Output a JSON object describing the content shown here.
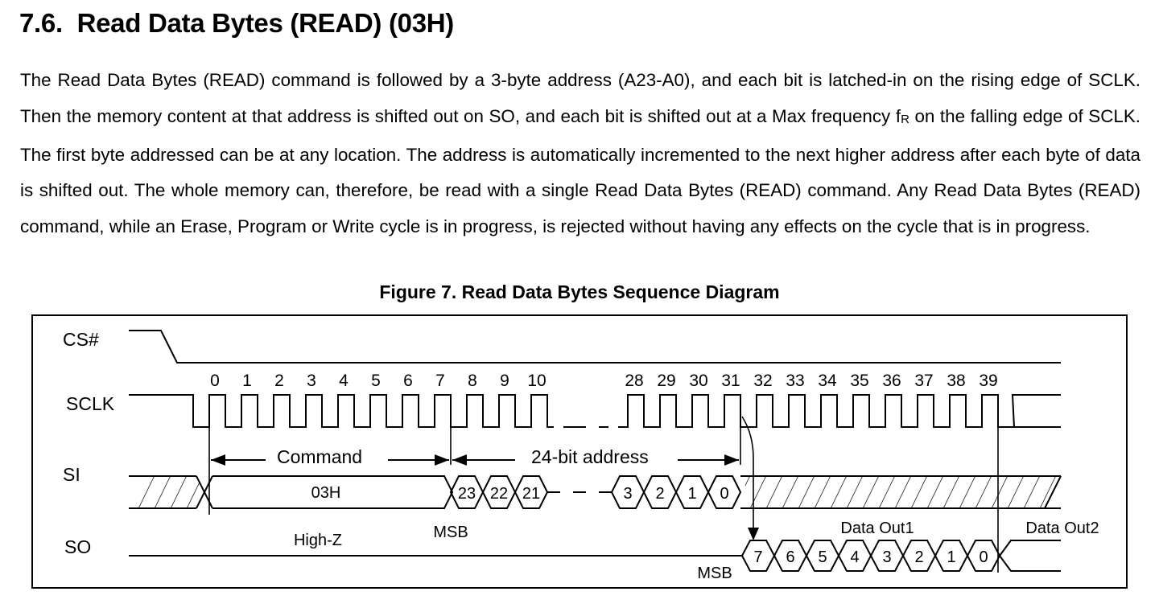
{
  "section": {
    "number": "7.6.",
    "title": "Read Data Bytes (READ) (03H)"
  },
  "paragraph": {
    "part1": "The Read Data Bytes (READ) command is followed by a 3-byte address (A23-A0), and each bit is latched-in on the rising edge of SCLK. Then the memory content at that address is shifted out on SO, and each bit is shifted out at a Max frequency ",
    "freq_symbol": "f",
    "freq_subscript": "R",
    "part2": " on the falling edge of SCLK. The first byte addressed can be at any location. The address is automatically incremented to the next higher address after each byte of data is shifted out. The whole memory can, therefore, be read with a single Read Data Bytes (READ) command. Any Read Data Bytes (READ) command, while an Erase, Program or Write cycle is in progress, is rejected without having any effects on the cycle that is in progress."
  },
  "figure": {
    "caption": "Figure 7. Read Data Bytes Sequence Diagram",
    "signals": {
      "cs": "CS#",
      "sclk": "SCLK",
      "si": "SI",
      "so": "SO"
    },
    "clock_numbers_first": [
      "0",
      "1",
      "2",
      "3",
      "4",
      "5",
      "6",
      "7",
      "8",
      "9",
      "10"
    ],
    "clock_numbers_last": [
      "28",
      "29",
      "30",
      "31",
      "32",
      "33",
      "34",
      "35",
      "36",
      "37",
      "38",
      "39"
    ],
    "command_label": "Command",
    "command_value": "03H",
    "address_label": "24-bit address",
    "address_bits_first": [
      "23",
      "22",
      "21"
    ],
    "address_bits_last": [
      "3",
      "2",
      "1",
      "0"
    ],
    "msb_si": "MSB",
    "so_state": "High-Z",
    "msb_so": "MSB",
    "data_out1_label": "Data Out1",
    "data_out2_label": "Data Out2",
    "data_bits": [
      "7",
      "6",
      "5",
      "4",
      "3",
      "2",
      "1",
      "0"
    ]
  }
}
